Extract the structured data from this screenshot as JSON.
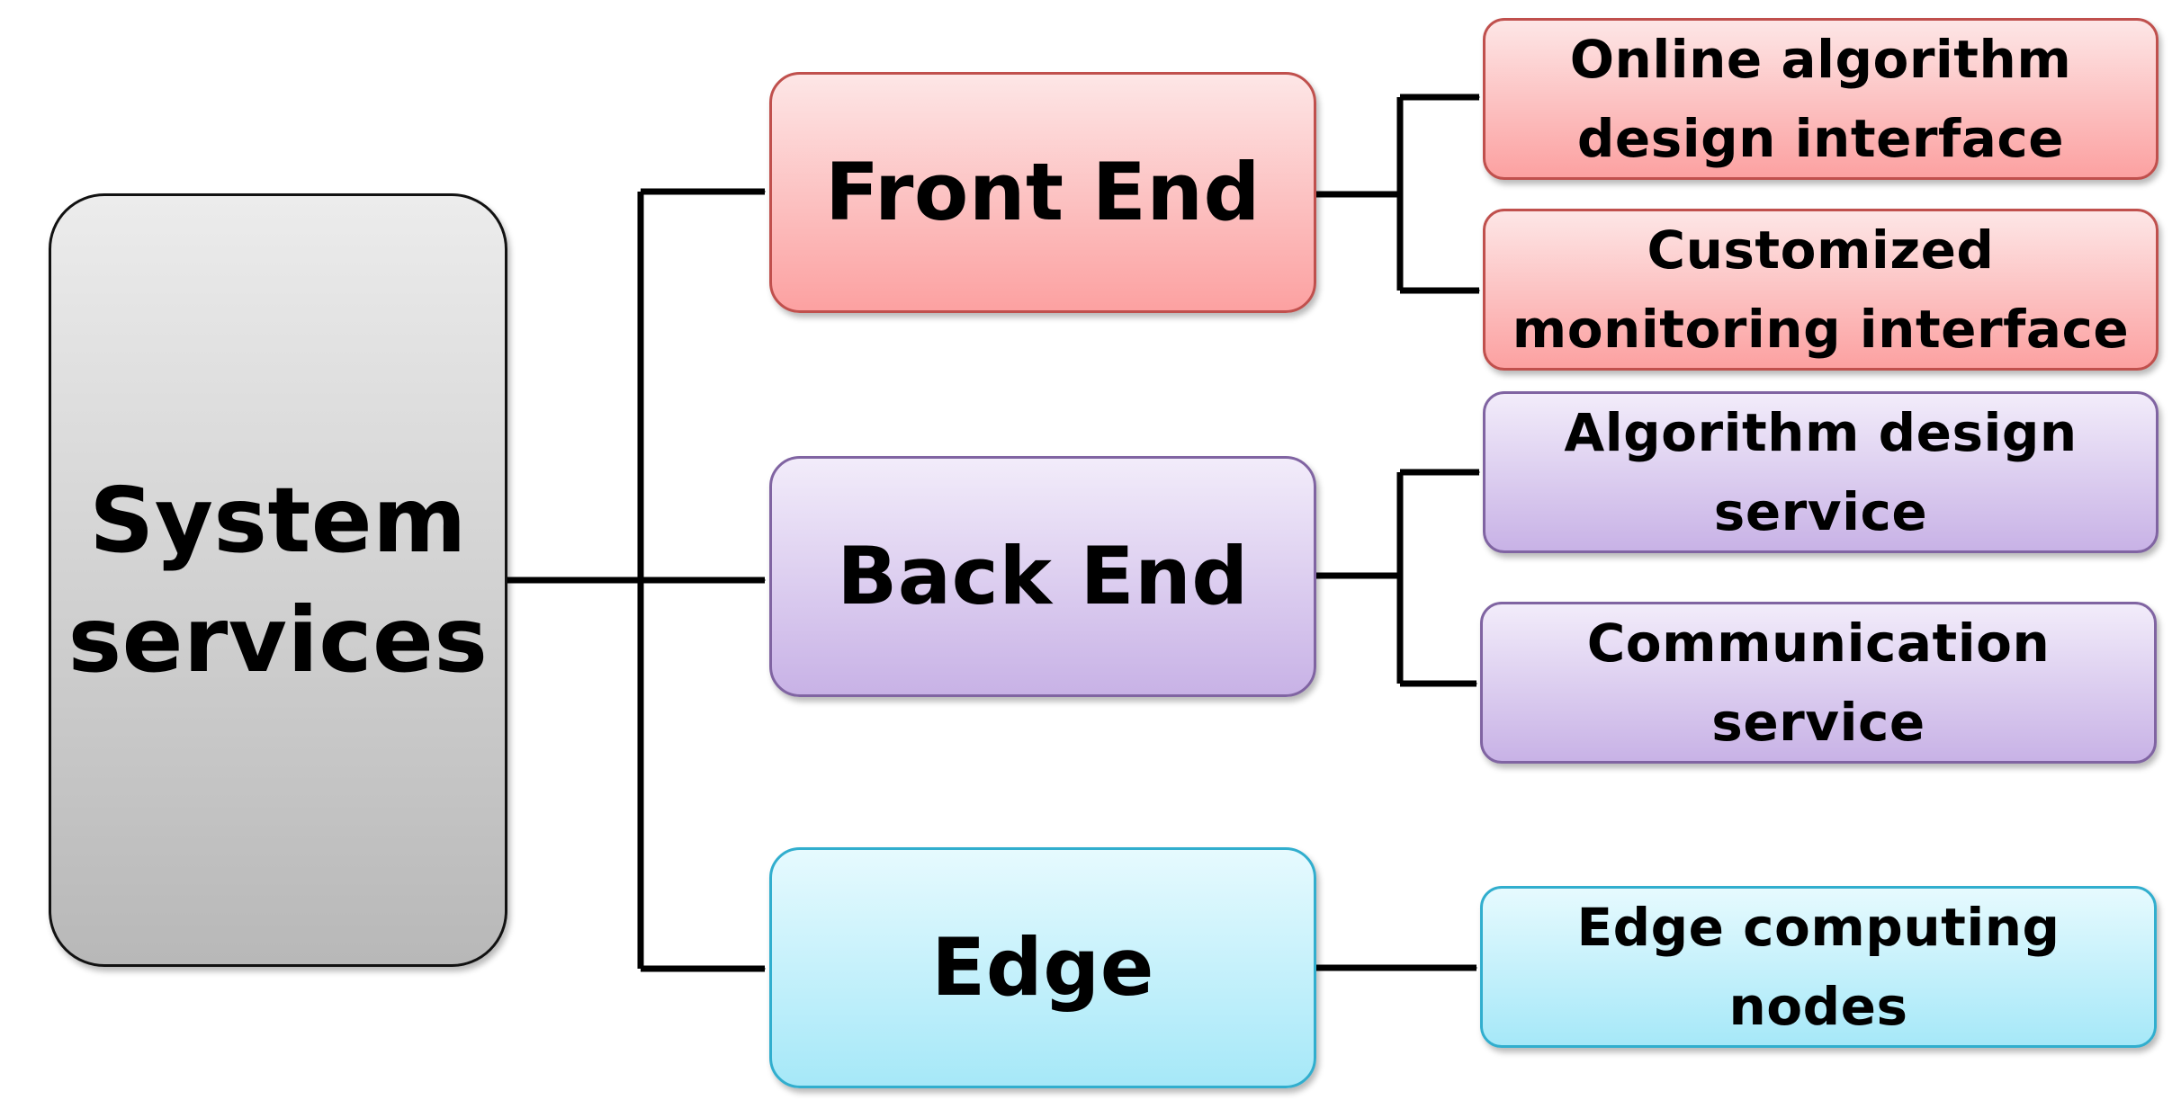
{
  "diagram": {
    "root": {
      "label": "System\nservices"
    },
    "front_end": {
      "label": "Front End",
      "children": [
        "Online algorithm\ndesign interface",
        "Customized\nmonitoring interface"
      ]
    },
    "back_end": {
      "label": "Back End",
      "children": [
        "Algorithm design\nservice",
        "Communication\nservice"
      ]
    },
    "edge": {
      "label": "Edge",
      "children": [
        "Edge computing\nnodes"
      ]
    }
  },
  "colors": {
    "front_end": "#fca1a1",
    "back_end": "#c8b2e6",
    "edge": "#a6e8f8",
    "root": "#c8c8c8"
  }
}
